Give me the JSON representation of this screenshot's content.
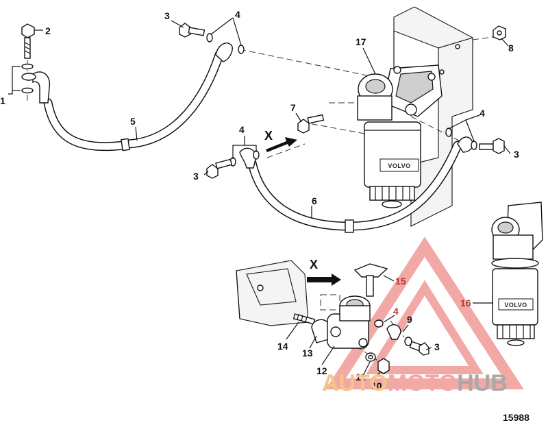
{
  "callouts": {
    "c1": "1",
    "c2": "2",
    "c3a": "3",
    "c3b": "3",
    "c3c": "3",
    "c3d": "3",
    "c4a": "4",
    "c4b": "4",
    "c4c": "4",
    "c4d": "4",
    "c5": "5",
    "c6": "6",
    "c7": "7",
    "c8": "8",
    "c9": "9",
    "c10": "10",
    "c11": "11",
    "c12": "12",
    "c13": "13",
    "c14": "14",
    "c15": "15",
    "c16": "16",
    "c17": "17"
  },
  "view_markers": {
    "upper": "X",
    "lower": "X"
  },
  "filter_label": "VOLVO",
  "figure_number": "15988",
  "watermark": {
    "part1": "AUTO",
    "part2": "MOTO",
    "part3": "HUB"
  },
  "colors": {
    "watermark_orange": "#f4c48a",
    "watermark_red": "#f2a9a6",
    "watermark_gray": "#a9a9a9",
    "callout_red": "#b23a32"
  }
}
